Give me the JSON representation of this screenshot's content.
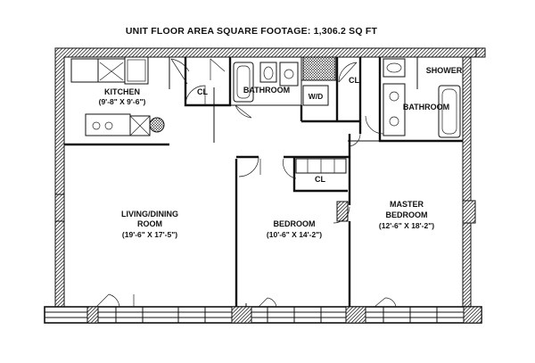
{
  "title": "UNIT FLOOR AREA SQUARE FOOTAGE:  1,306.2 SQ FT",
  "rooms": {
    "kitchen": {
      "name": "KITCHEN",
      "dims": "(9'-8\" X 9'-6\")"
    },
    "cl_kitchen": {
      "name": "CL"
    },
    "bathroom_1": {
      "name": "BATHROOM"
    },
    "wd": {
      "name": "W/D"
    },
    "cl_hall": {
      "name": "CL"
    },
    "shower": {
      "name": "SHOWER"
    },
    "bathroom_2": {
      "name": "BATHROOM"
    },
    "cl_bedroom": {
      "name": "CL"
    },
    "living": {
      "name_line1": "LIVING/DINING",
      "name_line2": "ROOM",
      "dims": "(19'-6\" X 17'-5\")"
    },
    "bedroom": {
      "name": "BEDROOM",
      "dims": "(10'-6\" X 14'-2\")"
    },
    "master": {
      "name_line1": "MASTER",
      "name_line2": "BEDROOM",
      "dims": "(12'-6\" X 18'-2\")"
    }
  }
}
